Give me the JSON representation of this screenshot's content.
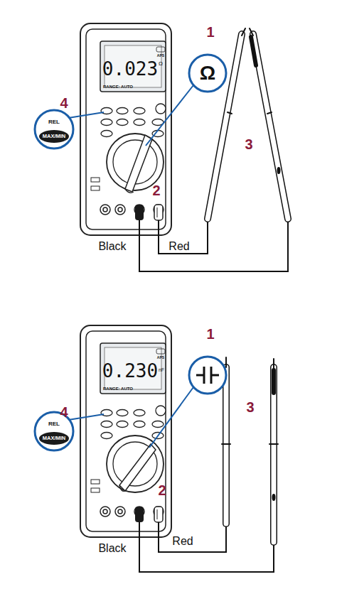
{
  "diagram": {
    "labels": [
      "1",
      "4",
      "REL",
      "MAX/MIN",
      "0.023",
      "Ω",
      "Ω",
      "RANGE: AUTO",
      "APS",
      "3",
      "2",
      "Black",
      "Red",
      "1",
      "4",
      "REL",
      "MAX/MIN",
      "0.230",
      "nF",
      "RANGE: AUTO",
      "APS",
      "3",
      "2",
      "Black",
      "Red"
    ]
  }
}
